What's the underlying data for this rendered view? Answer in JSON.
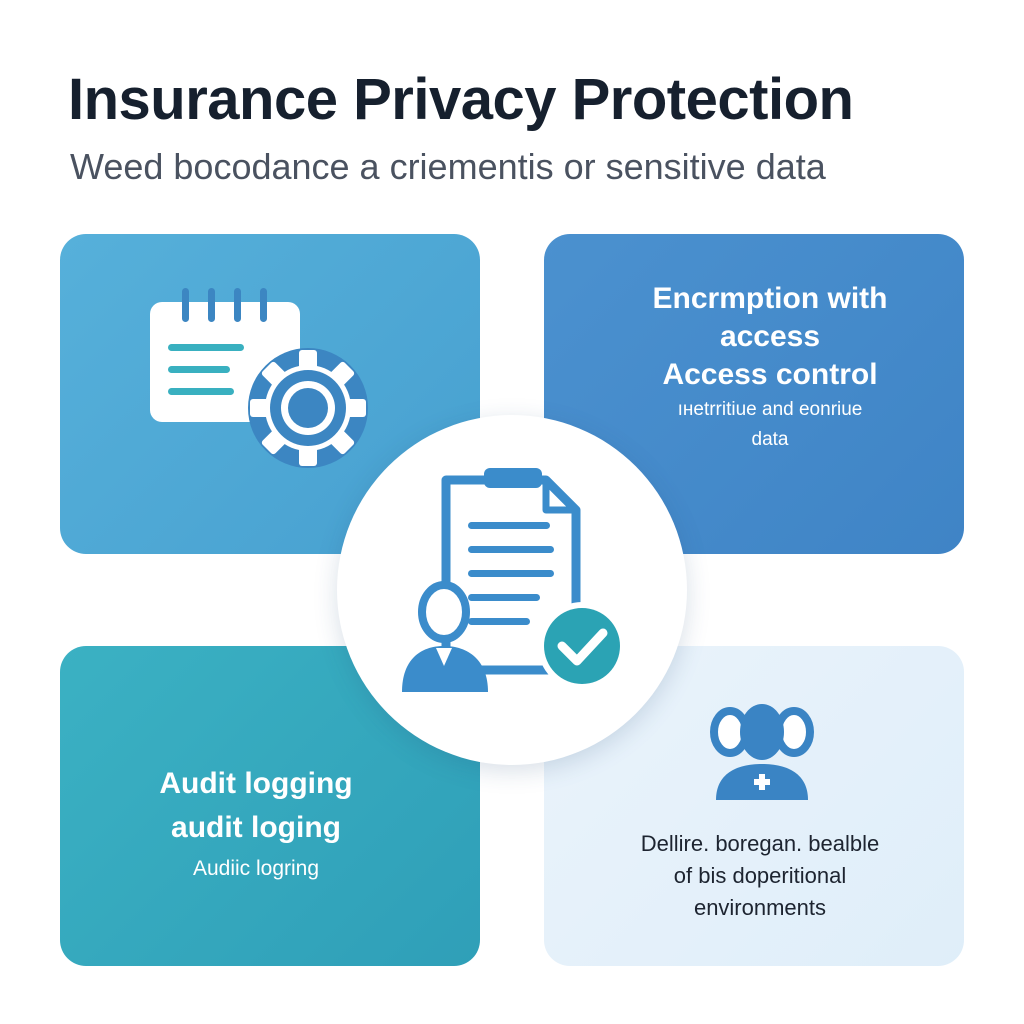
{
  "header": {
    "title": "Insurance Privacy Protection",
    "subtitle": "Weed bocodance a criementis or sensitive data"
  },
  "cards": {
    "top_left": {
      "icon": "calendar-gear-icon",
      "color": "#4fa8d6"
    },
    "top_right": {
      "heading_lines": [
        "Encrmption with",
        "access",
        "Access control"
      ],
      "body_lines": [
        "ıнetrritiue and eonriue",
        "data"
      ],
      "color": "#4589ca"
    },
    "bottom_left": {
      "heading_lines": [
        "Audit logging",
        "audit loging"
      ],
      "body": "Audiic logring",
      "color": "#35a8bd"
    },
    "bottom_right": {
      "icon": "user-group-icon",
      "body_lines": [
        "Dellire. boregan. bealble",
        "of bis doperitional",
        "environments"
      ],
      "color": "#e4f0fa"
    }
  },
  "center": {
    "icon": "document-user-check-icon",
    "accent": "#3b8ccb",
    "check_color": "#2ba3b4"
  }
}
